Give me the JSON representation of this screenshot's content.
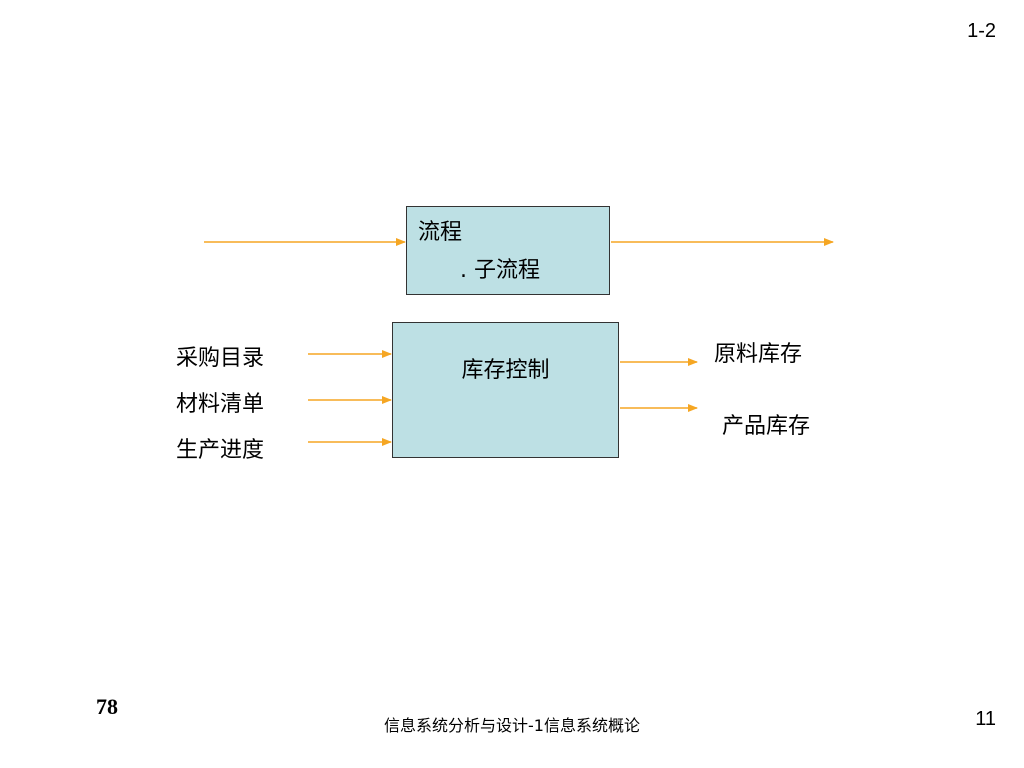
{
  "slide": {
    "id": "1-2",
    "page_number": "11",
    "slide_number": "78",
    "footer_title": "信息系统分析与设计-1信息系统概论"
  },
  "diagram": {
    "process_box": {
      "title": "流程",
      "subtitle": ". 子流程"
    },
    "inventory_box": {
      "title": "库存控制"
    },
    "inputs": [
      "采购目录",
      "材料清单",
      "生产进度"
    ],
    "outputs": [
      "原料库存",
      "产品库存"
    ],
    "colors": {
      "box_fill": "#bde0e4",
      "box_border": "#333333",
      "arrow": "#f5a623"
    }
  }
}
